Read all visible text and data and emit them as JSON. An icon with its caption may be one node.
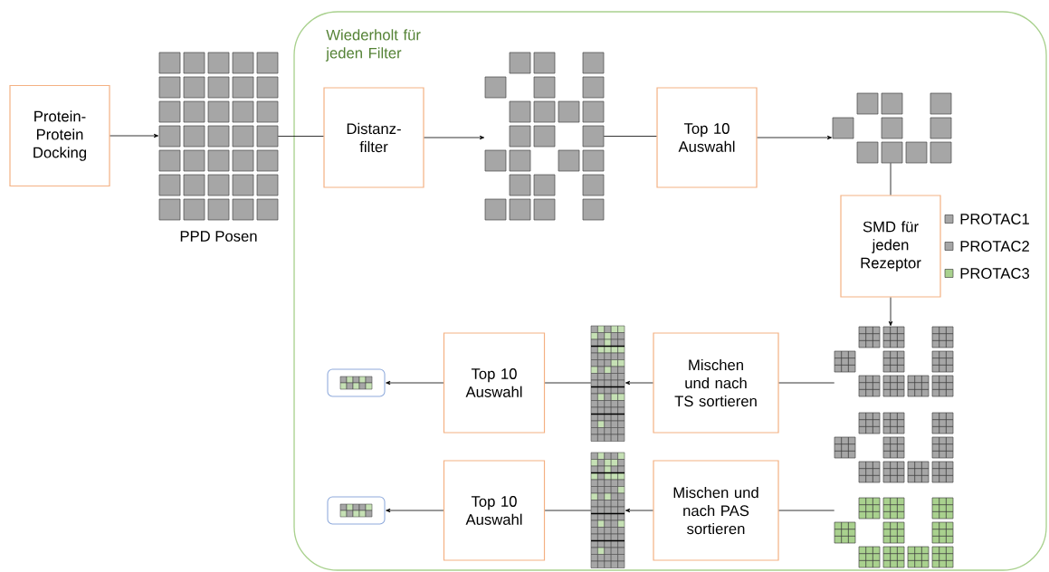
{
  "diagram": {
    "nodes": [
      {
        "text": [
          "Protein- Protein Docking"
        ]
      },
      {
        "text": [],
        "shape": "picture",
        "beside": [
          "PPD Posen"
        ]
      },
      {
        "text": [
          "Wiederholt für jeden Filter"
        ]
      },
      {
        "text": [
          "Distanz- filter"
        ],
        "in": 2
      },
      {
        "text": [],
        "shape": "picture",
        "in": 2
      },
      {
        "text": [
          "Top 10 Auswahl"
        ],
        "in": 2
      },
      {
        "text": [],
        "shape": "picture",
        "in": 2
      },
      {
        "text": [
          "SMD für jeden Rezeptor"
        ],
        "in": 2
      },
      {
        "text": [],
        "shape": "picture",
        "in": 2
      },
      {
        "text": [
          "Mischen und nach TS sortieren"
        ],
        "in": 2
      },
      {
        "text": [],
        "shape": "picture",
        "in": 2
      },
      {
        "text": [
          "Top 10 Auswahl"
        ],
        "in": 2
      },
      {
        "text": [],
        "shape": "picture",
        "in": 2
      },
      {
        "text": [
          "Mischen und nach PAS sortieren"
        ],
        "in": 2
      },
      {
        "text": [],
        "shape": "picture",
        "in": 2
      },
      {
        "text": [
          "Top 10 Auswahl"
        ],
        "in": 2
      },
      {
        "text": [],
        "shape": "picture",
        "in": 2
      }
    ],
    "edges": [
      {
        "from": 0,
        "to": 1,
        "arrow": "to"
      },
      {
        "from": 1,
        "to": 3,
        "arrow": "none"
      },
      {
        "from": 3,
        "to": 4,
        "arrow": "to"
      },
      {
        "from": 4,
        "to": 5,
        "arrow": "none"
      },
      {
        "from": 5,
        "to": 6,
        "arrow": "to"
      },
      {
        "from": 6,
        "to": 7,
        "arrow": "none"
      },
      {
        "from": 7,
        "to": 8,
        "arrow": "to"
      },
      {
        "from": 8,
        "to": 9,
        "arrow": "none"
      },
      {
        "from": 9,
        "to": 10,
        "arrow": "to"
      },
      {
        "from": 10,
        "to": 11,
        "arrow": "none"
      },
      {
        "from": 11,
        "to": 12,
        "arrow": "to"
      },
      {
        "from": 8,
        "to": 13,
        "arrow": "none"
      },
      {
        "from": 13,
        "to": 14,
        "arrow": "to"
      },
      {
        "from": 14,
        "to": 15,
        "arrow": "none"
      },
      {
        "from": 15,
        "to": 16,
        "arrow": "to"
      }
    ],
    "legend": [
      {
        "text": "PROTAC1",
        "color": "#a6a6a6"
      },
      {
        "text": "PROTAC2",
        "color": "#a6a6a6"
      },
      {
        "text": "PROTAC3",
        "color": "#a9d18e"
      }
    ]
  }
}
